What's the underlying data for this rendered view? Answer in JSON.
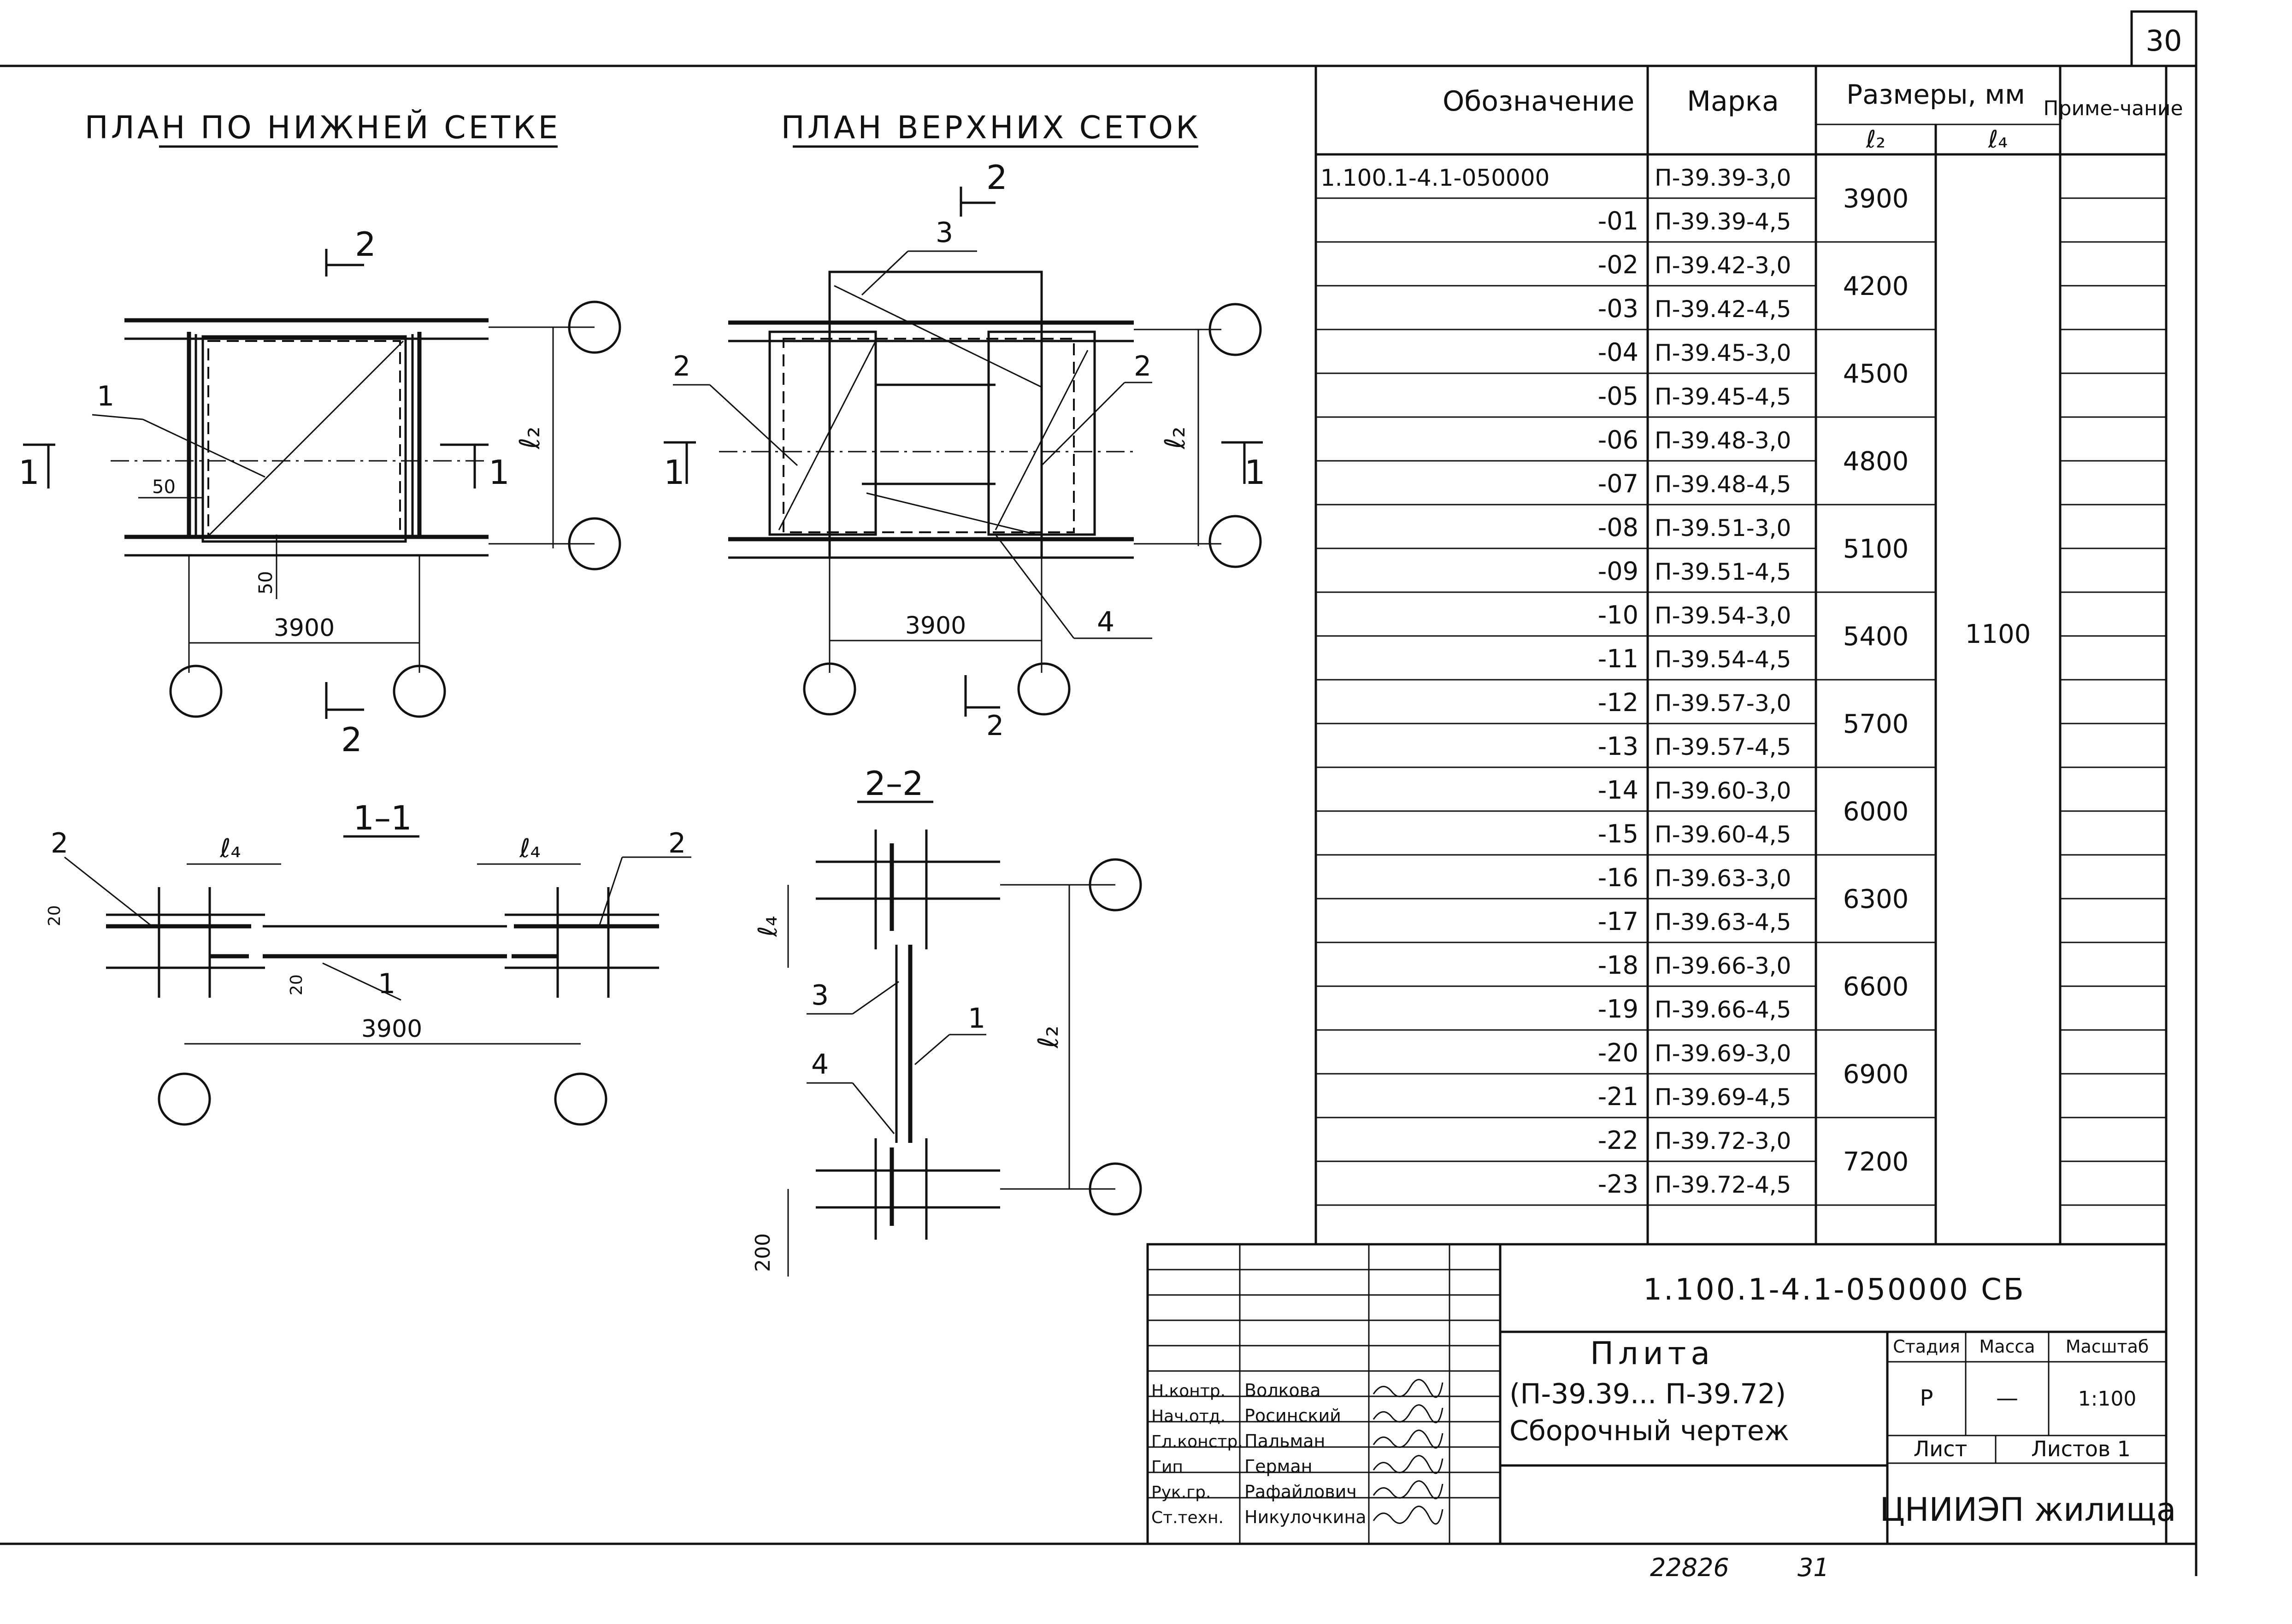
{
  "sheet": {
    "page_number": "30",
    "footer_number": "22826",
    "footer_page": "31"
  },
  "drawings": {
    "plan_bottom": {
      "title": "ПЛАН ПО НИЖНЕЙ СЕТКЕ",
      "dim_width": "3900",
      "dim_offset_a": "50",
      "dim_offset_b": "50",
      "height_label": "ℓ₂",
      "section_1": "1",
      "section_2": "2",
      "callout_1": "1"
    },
    "plan_top": {
      "title": "ПЛАН ВЕРХНИХ СЕТОК",
      "dim_width": "3900",
      "height_label": "ℓ₂",
      "section_1": "1",
      "section_2": "2",
      "callout_2a": "2",
      "callout_2b": "2",
      "callout_3": "3",
      "callout_4": "4"
    },
    "section_11": {
      "title": "1–1",
      "dim_left": "ℓ₄",
      "dim_right": "ℓ₄",
      "dim_width": "3900",
      "dim_20a": "20",
      "dim_20b": "20",
      "callout_1": "1",
      "callout_2a": "2",
      "callout_2b": "2"
    },
    "section_22": {
      "title": "2–2",
      "dim_top": "ℓ₄",
      "dim_height": "ℓ₂",
      "dim_200": "200",
      "callout_1": "1",
      "callout_3": "3",
      "callout_4": "4"
    }
  },
  "spec_table": {
    "headers": {
      "designation": "Обозначение",
      "mark": "Марка",
      "sizes": "Размеры, мм",
      "l2": "ℓ₂",
      "l4": "ℓ₄",
      "note": "Приме-чание"
    },
    "rows": [
      {
        "designation": "1.100.1-4.1-050000",
        "mark": "П-39.39-3,0"
      },
      {
        "designation": "-01",
        "mark": "П-39.39-4,5"
      },
      {
        "designation": "-02",
        "mark": "П-39.42-3,0"
      },
      {
        "designation": "-03",
        "mark": "П-39.42-4,5"
      },
      {
        "designation": "-04",
        "mark": "П-39.45-3,0"
      },
      {
        "designation": "-05",
        "mark": "П-39.45-4,5"
      },
      {
        "designation": "-06",
        "mark": "П-39.48-3,0"
      },
      {
        "designation": "-07",
        "mark": "П-39.48-4,5"
      },
      {
        "designation": "-08",
        "mark": "П-39.51-3,0"
      },
      {
        "designation": "-09",
        "mark": "П-39.51-4,5"
      },
      {
        "designation": "-10",
        "mark": "П-39.54-3,0"
      },
      {
        "designation": "-11",
        "mark": "П-39.54-4,5"
      },
      {
        "designation": "-12",
        "mark": "П-39.57-3,0"
      },
      {
        "designation": "-13",
        "mark": "П-39.57-4,5"
      },
      {
        "designation": "-14",
        "mark": "П-39.60-3,0"
      },
      {
        "designation": "-15",
        "mark": "П-39.60-4,5"
      },
      {
        "designation": "-16",
        "mark": "П-39.63-3,0"
      },
      {
        "designation": "-17",
        "mark": "П-39.63-4,5"
      },
      {
        "designation": "-18",
        "mark": "П-39.66-3,0"
      },
      {
        "designation": "-19",
        "mark": "П-39.66-4,5"
      },
      {
        "designation": "-20",
        "mark": "П-39.69-3,0"
      },
      {
        "designation": "-21",
        "mark": "П-39.69-4,5"
      },
      {
        "designation": "-22",
        "mark": "П-39.72-3,0"
      },
      {
        "designation": "-23",
        "mark": "П-39.72-4,5"
      }
    ],
    "l2_values": [
      "3900",
      "4200",
      "4500",
      "4800",
      "5100",
      "5400",
      "5700",
      "6000",
      "6300",
      "6600",
      "6900",
      "7200"
    ],
    "l4_value": "1100"
  },
  "title_block": {
    "code": "1.100.1-4.1-050000 СБ",
    "name_line1": "Плита",
    "name_line2": "(П-39.39... П-39.72)",
    "name_line3": "Сборочный чертеж",
    "stage_header": "Стадия",
    "mass_header": "Масса",
    "scale_header": "Масштаб",
    "stage": "Р",
    "mass": "—",
    "scale": "1:100",
    "sheet_label": "Лист",
    "sheets_label": "Листов 1",
    "org": "ЦНИИЭП жилища",
    "people": [
      {
        "role": "Н.контр.",
        "name": "Волкова"
      },
      {
        "role": "Нач.отд.",
        "name": "Росинский"
      },
      {
        "role": "Гл.констр.",
        "name": "Пальман"
      },
      {
        "role": "Гип",
        "name": "Герман"
      },
      {
        "role": "Рук.гр.",
        "name": "Рафайлович"
      },
      {
        "role": "Ст.техн.",
        "name": "Никулочкина"
      }
    ]
  }
}
